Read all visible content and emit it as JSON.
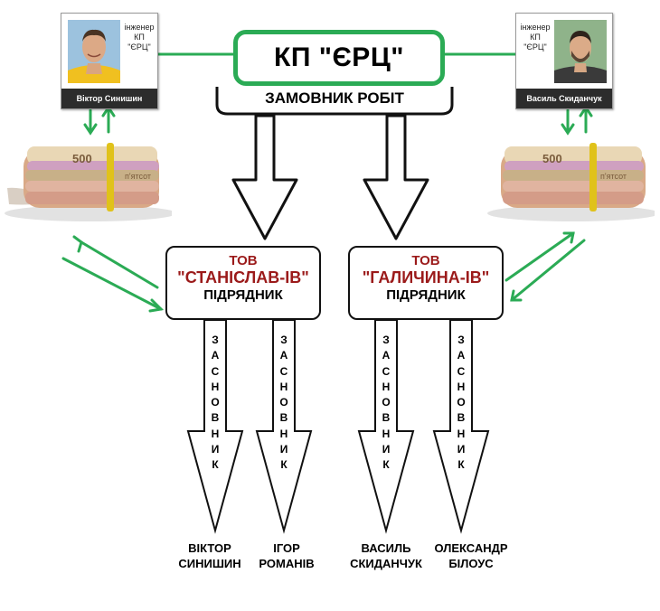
{
  "client": {
    "name": "КП \"ЄРЦ\"",
    "role": "ЗАМОВНИК РОБІТ",
    "accent_color": "#2bab55"
  },
  "engineers": [
    {
      "caption_lines": [
        "інженер",
        "КП",
        "\"ЄРЦ\""
      ],
      "name": "Віктор Синишин"
    },
    {
      "caption_lines": [
        "інженер",
        "КП",
        "\"ЄРЦ\""
      ],
      "name": "Василь Скиданчук"
    }
  ],
  "contractors": [
    {
      "prefix": "ТОВ",
      "name": "\"СТАНІСЛАВ-ІВ\"",
      "role": "ПІДРЯДНИК"
    },
    {
      "prefix": "ТОВ",
      "name": "\"ГАЛИЧИНА-ІВ\"",
      "role": "ПІДРЯДНИК"
    }
  ],
  "founder_letters": [
    "З",
    "А",
    "С",
    "Н",
    "О",
    "В",
    "Н",
    "И",
    "К"
  ],
  "owners": [
    {
      "lines": [
        "ВІКТОР",
        "СИНИШИН"
      ]
    },
    {
      "lines": [
        "ІГОР",
        "РОМАНІВ"
      ]
    },
    {
      "lines": [
        "ВАСИЛЬ",
        "СКИДАНЧУК"
      ]
    },
    {
      "lines": [
        "ОЛЕКСАНДР",
        "БІЛОУС"
      ]
    }
  ],
  "icons": {
    "money": "money-roll-icon",
    "arrow": "arrow-icon"
  },
  "colors": {
    "connector_green": "#2bab55",
    "contractor_red": "#9b1a1a"
  }
}
